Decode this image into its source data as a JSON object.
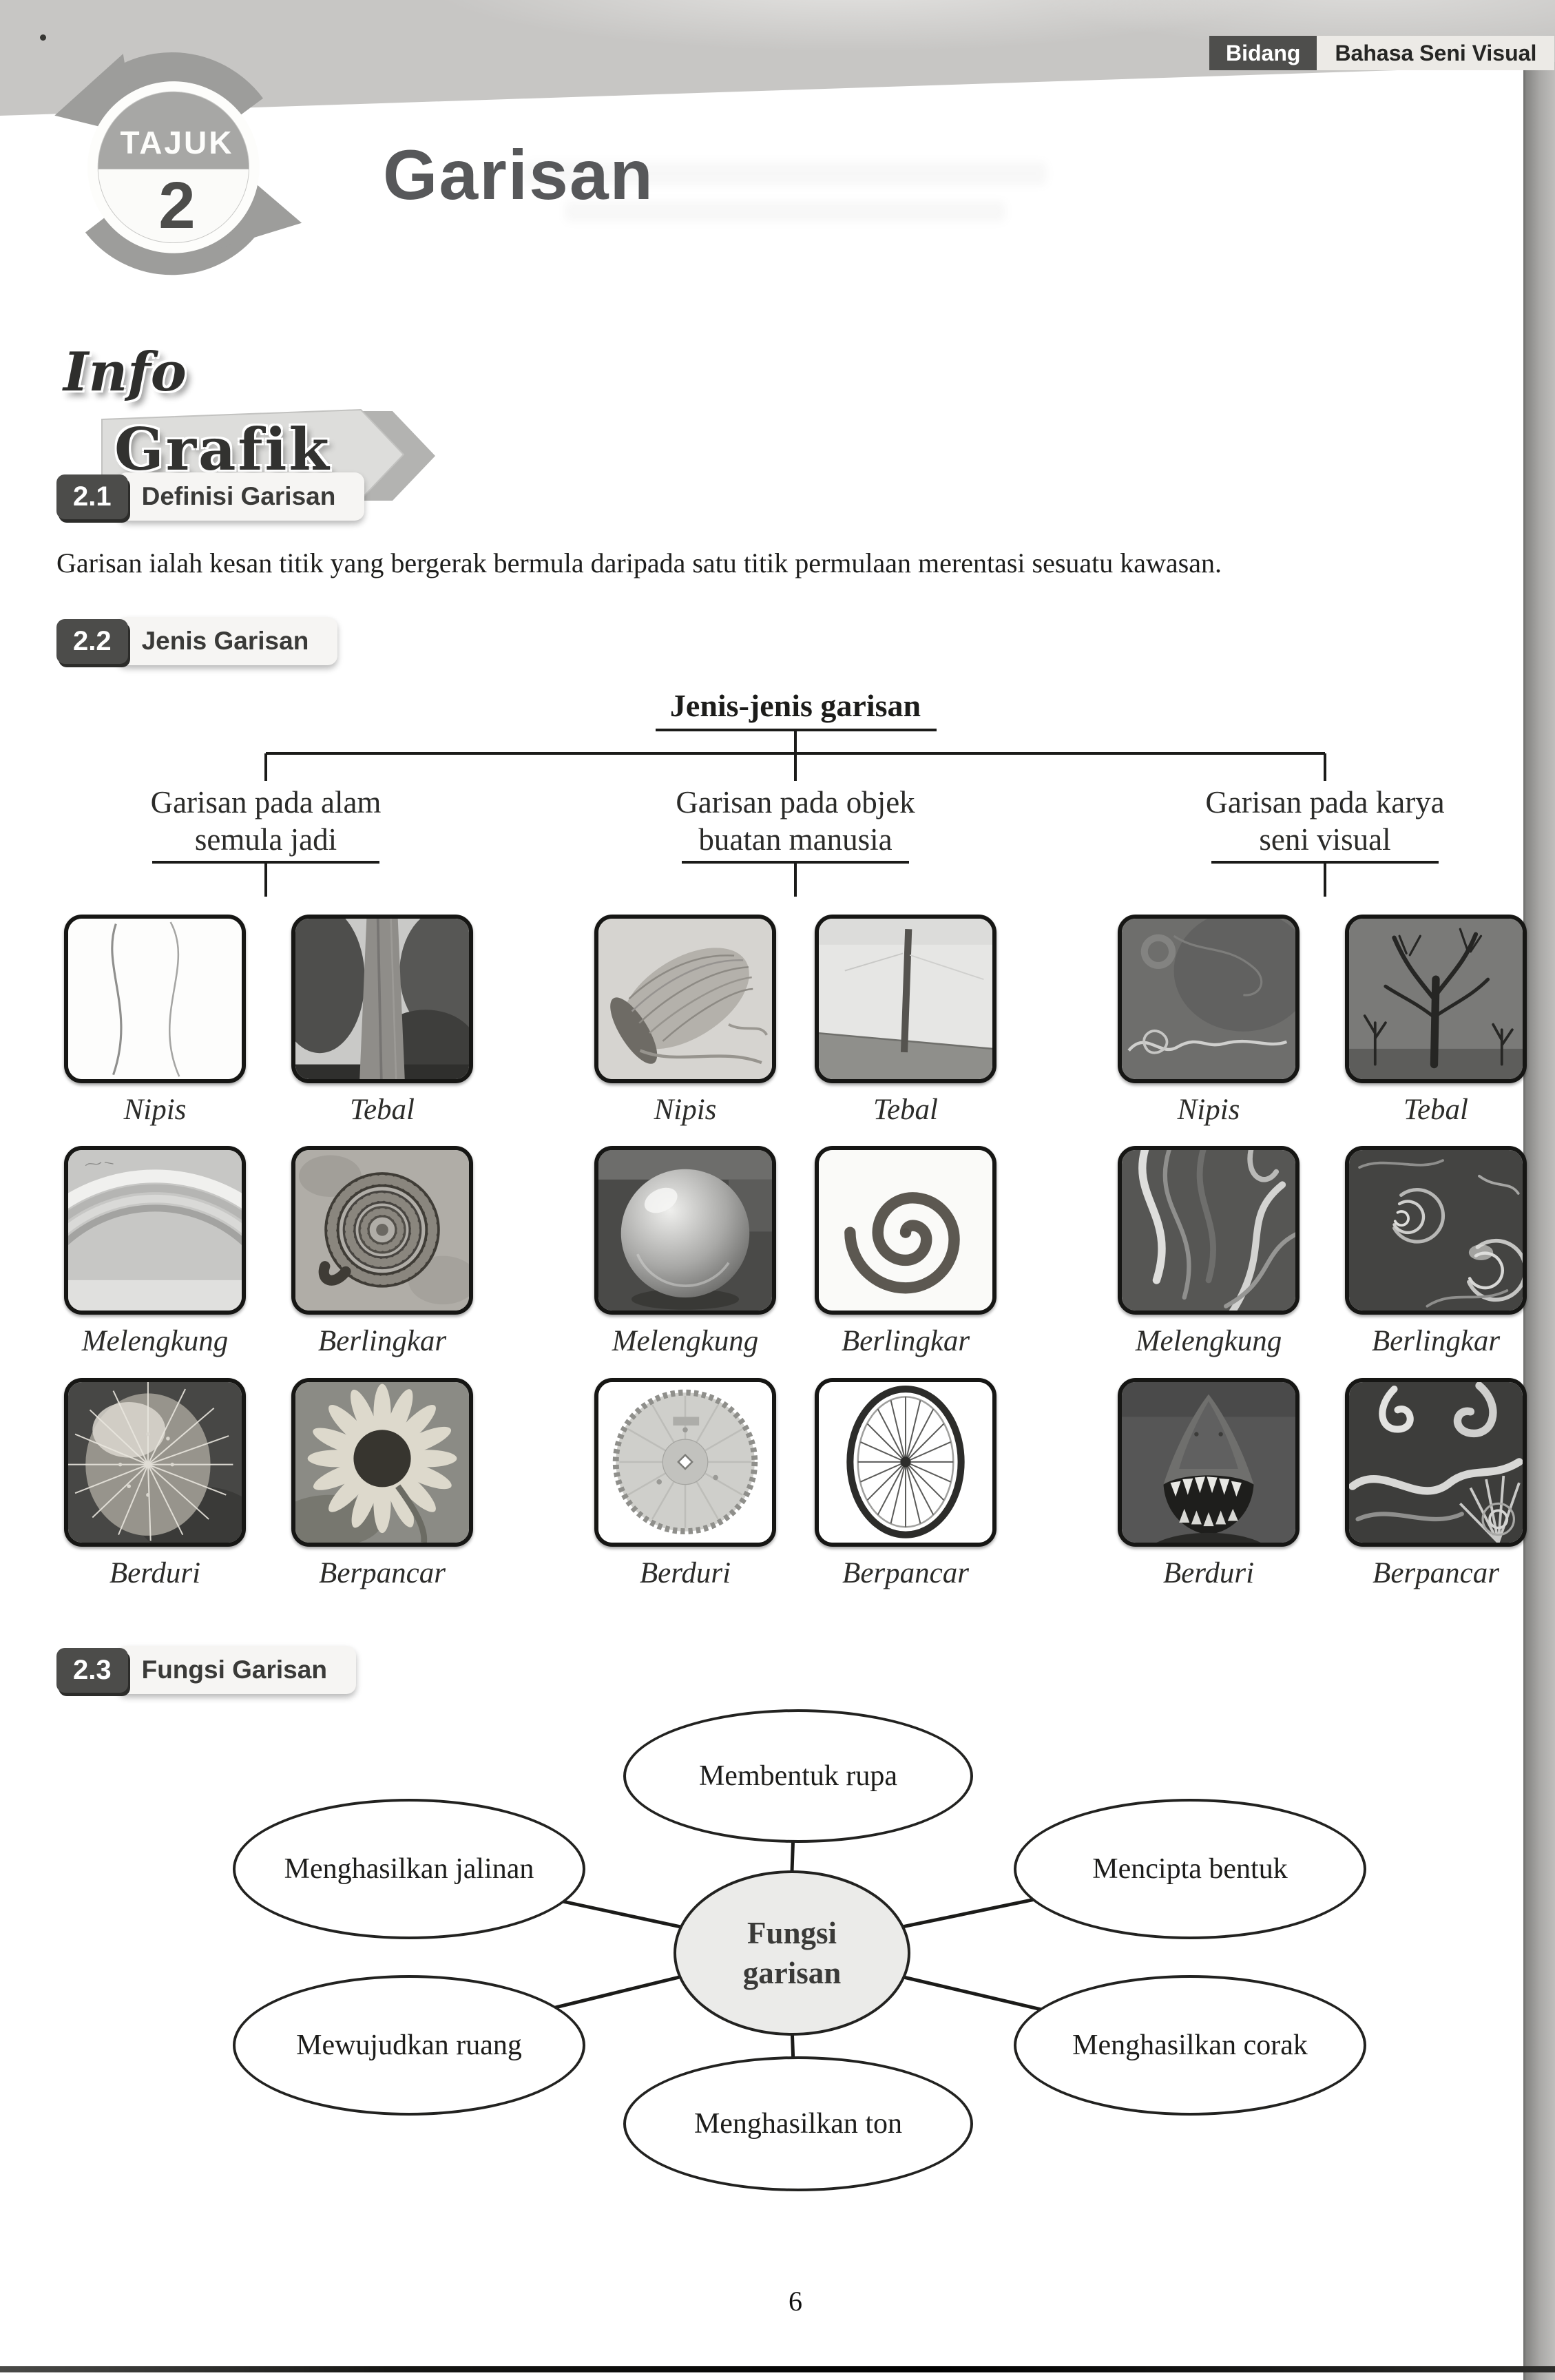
{
  "header_badge": {
    "label": "Bidang",
    "value": "Bahasa Seni Visual"
  },
  "topic_badge": {
    "word": "TAJUK",
    "number": "2"
  },
  "page_title": "Garisan",
  "logo": {
    "top": "Info",
    "bottom": "Grafik"
  },
  "sections": {
    "s21": {
      "num": "2.1",
      "title": "Definisi Garisan"
    },
    "s22": {
      "num": "2.2",
      "title": "Jenis Garisan"
    },
    "s23": {
      "num": "2.3",
      "title": "Fungsi Garisan"
    }
  },
  "definition": "Garisan ialah kesan titik yang bergerak bermula daripada satu titik permulaan merentasi sesuatu kawasan.",
  "jenis_tree": {
    "root": "Jenis-jenis garisan",
    "branches": [
      {
        "line1": "Garisan pada alam",
        "line2": "semula jadi"
      },
      {
        "line1": "Garisan pada objek",
        "line2": "buatan manusia"
      },
      {
        "line1": "Garisan pada karya",
        "line2": "seni visual"
      }
    ]
  },
  "grid": {
    "tiles": [
      {
        "label": "Nipis",
        "image": "thin-wavy-lines-sketch"
      },
      {
        "label": "Tebal",
        "image": "tree-trunk-photo"
      },
      {
        "label": "Nipis",
        "image": "ball-of-twine-photo"
      },
      {
        "label": "Tebal",
        "image": "utility-pole-photo"
      },
      {
        "label": "Nipis",
        "image": "thin-swirl-dark-painting"
      },
      {
        "label": "Tebal",
        "image": "bare-tree-painting"
      },
      {
        "label": "Melengkung",
        "image": "rainbow-arc-photo"
      },
      {
        "label": "Berlingkar",
        "image": "coiled-millipede-photo"
      },
      {
        "label": "Melengkung",
        "image": "glass-sphere-photo"
      },
      {
        "label": "Berlingkar",
        "image": "mosquito-coil-photo"
      },
      {
        "label": "Melengkung",
        "image": "marbled-wave-artwork"
      },
      {
        "label": "Berlingkar",
        "image": "swirl-marbling-artwork"
      },
      {
        "label": "Berduri",
        "image": "spiny-cactus-photo"
      },
      {
        "label": "Berpancar",
        "image": "sunflower-photo"
      },
      {
        "label": "Berduri",
        "image": "circular-saw-blade-photo"
      },
      {
        "label": "Berpancar",
        "image": "bicycle-wheel-spokes-photo"
      },
      {
        "label": "Berduri",
        "image": "shark-jaws-artwork"
      },
      {
        "label": "Berpancar",
        "image": "radiating-swirl-artwork"
      }
    ]
  },
  "fungsi_map": {
    "center": {
      "line1": "Fungsi",
      "line2": "garisan"
    },
    "nodes": [
      {
        "label": "Membentuk rupa"
      },
      {
        "label": "Menghasilkan jalinan"
      },
      {
        "label": "Mencipta bentuk"
      },
      {
        "label": "Mewujudkan ruang"
      },
      {
        "label": "Menghasilkan corak"
      },
      {
        "label": "Menghasilkan ton"
      }
    ]
  },
  "page_number": "6",
  "colors": {
    "badge_dark": "#4e4e4c",
    "title_gray": "#57585a",
    "surround_gray": "#c7c6c4",
    "node_center_fill": "#ebebe9"
  }
}
